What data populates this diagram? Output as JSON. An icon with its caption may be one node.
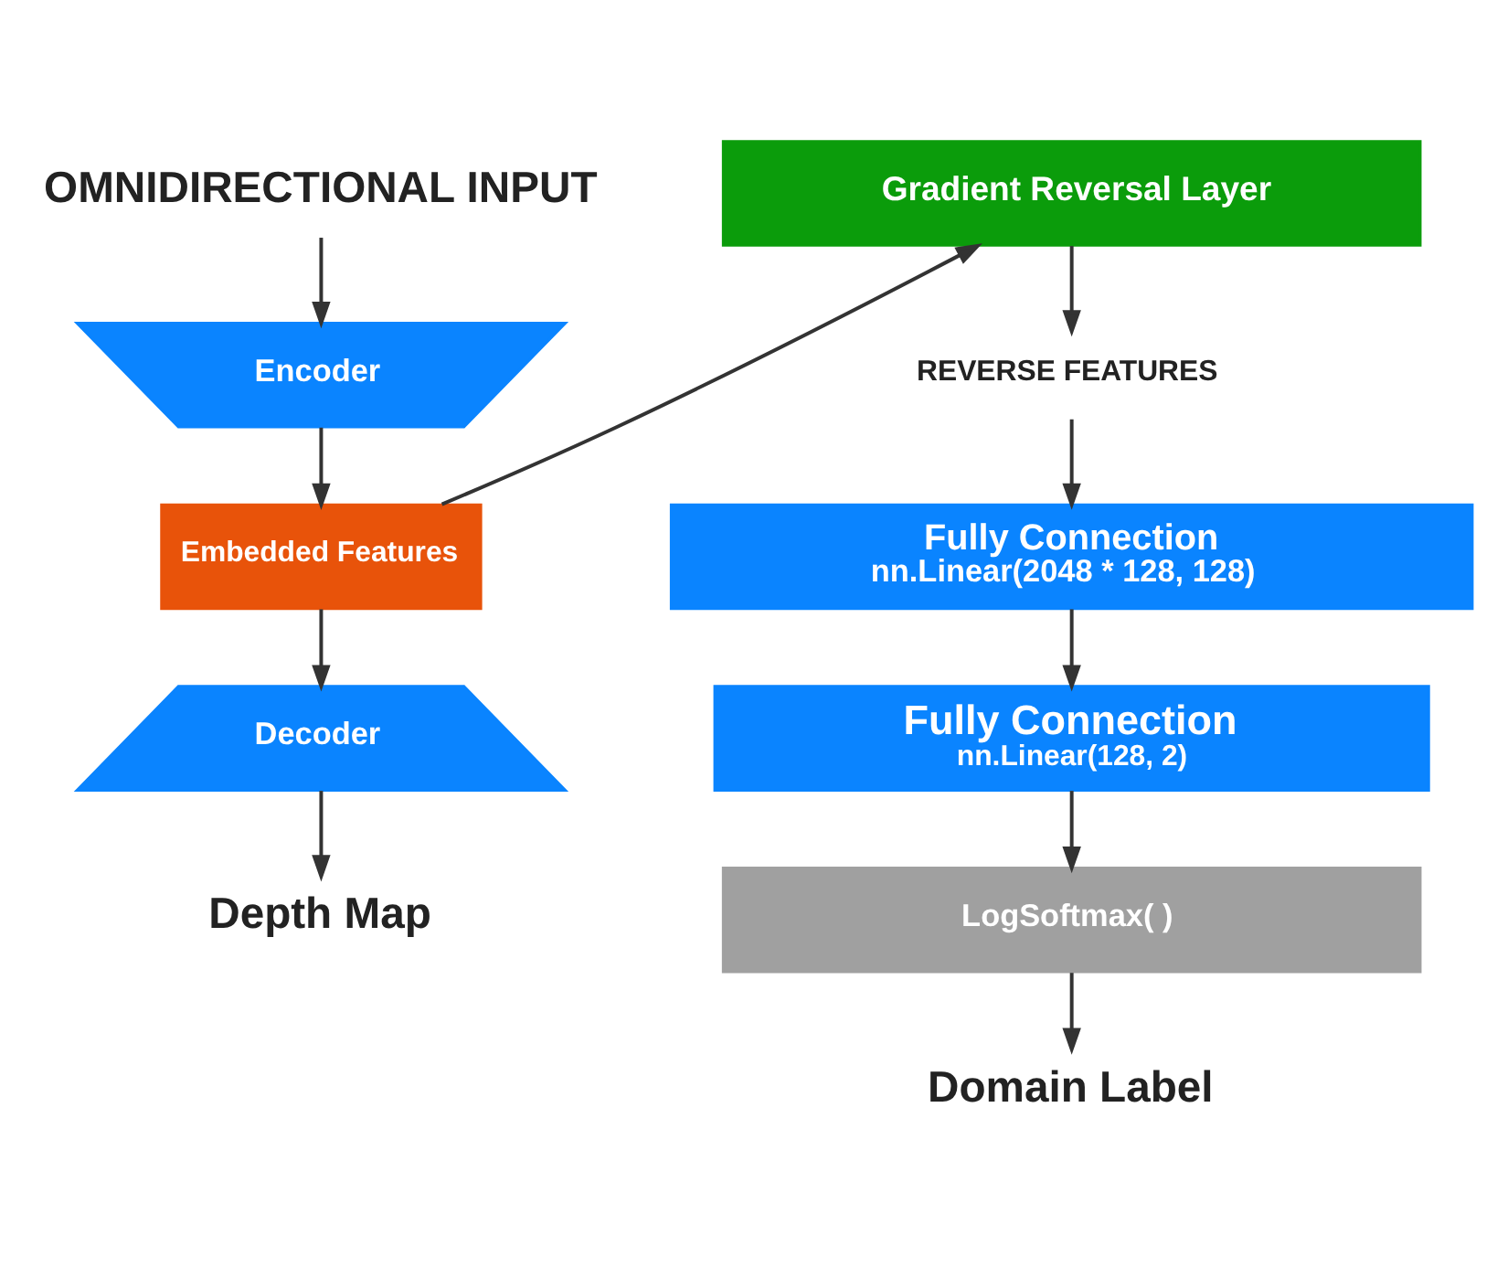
{
  "diagram": {
    "nodes": [
      {
        "text": [
          "OMNIDIRECTIONAL INPUT"
        ]
      },
      {
        "text": [
          "Encoder"
        ]
      },
      {
        "text": [
          "Embedded Features"
        ]
      },
      {
        "text": [
          "Decoder"
        ]
      },
      {
        "text": [
          "Depth Map"
        ]
      },
      {
        "text": [
          "Gradient Reversal Layer"
        ]
      },
      {
        "text": [
          "REVERSE FEATURES"
        ]
      },
      {
        "text": [
          "Fully Connection",
          "nn.Linear(2048 * 128, 128)"
        ]
      },
      {
        "text": [
          "Fully Connection",
          "nn.Linear(128, 2)"
        ]
      },
      {
        "text": [
          "LogSoftmax( )"
        ]
      },
      {
        "text": [
          "Domain Label"
        ]
      }
    ],
    "edges": [
      {
        "from": 0,
        "to": 1,
        "arrow": "to"
      },
      {
        "from": 1,
        "to": 2,
        "arrow": "to"
      },
      {
        "from": 2,
        "to": 5,
        "arrow": "to"
      },
      {
        "from": 2,
        "to": 3,
        "arrow": "to"
      },
      {
        "from": 3,
        "to": 4,
        "arrow": "to"
      },
      {
        "from": 5,
        "to": 6,
        "arrow": "to"
      },
      {
        "from": 6,
        "to": 7,
        "arrow": "to"
      },
      {
        "from": 7,
        "to": 8,
        "arrow": "to"
      },
      {
        "from": 8,
        "to": 9,
        "arrow": "to"
      },
      {
        "from": 9,
        "to": 10,
        "arrow": "to"
      }
    ]
  }
}
